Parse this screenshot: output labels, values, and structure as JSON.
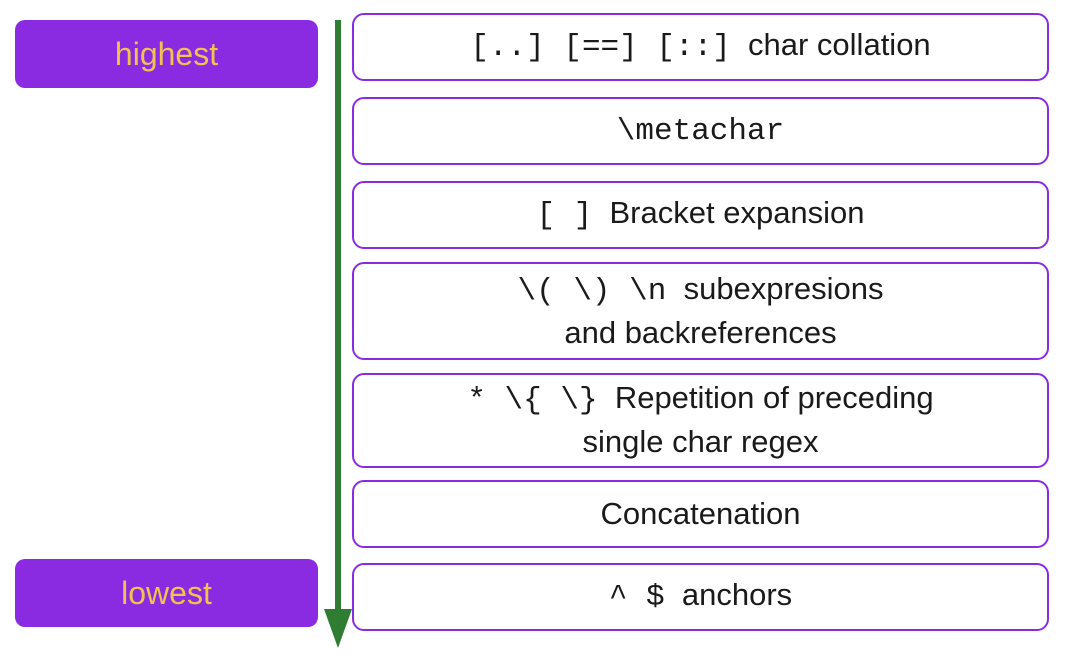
{
  "labels": {
    "highest": "highest",
    "lowest": "lowest"
  },
  "precedence_levels": [
    {
      "operator": "[..] [==] [::]",
      "description": "char collation"
    },
    {
      "operator": "\\metachar",
      "description": ""
    },
    {
      "operator": "[ ]",
      "description": "Bracket expansion"
    },
    {
      "operator": "\\( \\) \\n",
      "description": "subexpresions",
      "description_line2": "and backreferences"
    },
    {
      "operator": "* \\{ \\}",
      "description": "Repetition of preceding",
      "description_line2": "single char regex"
    },
    {
      "operator": "",
      "description": "Concatenation"
    },
    {
      "operator": "^ $",
      "description": "anchors"
    }
  ],
  "colors": {
    "label_background": "#8a2be2",
    "label_text": "#f2c14e",
    "box_border": "#8a2be2",
    "arrow": "#2e7d32"
  }
}
